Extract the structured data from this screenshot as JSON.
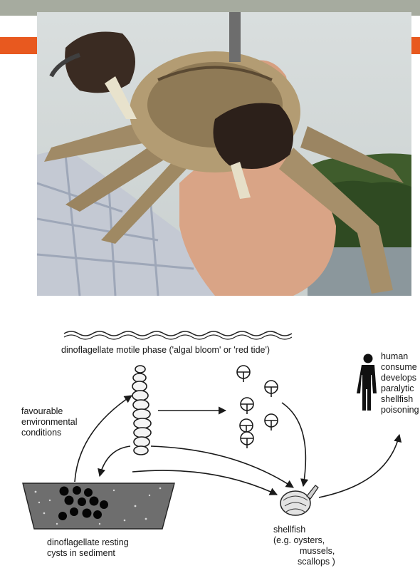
{
  "slide": {
    "colors": {
      "top_bar": "#a6ab9f",
      "accent": "#e8591f"
    }
  },
  "photo": {
    "subject": "hand holding crab with toxic dark growth on claws",
    "icon": "crab-photo"
  },
  "diagram": {
    "title": "dinoflagellate motile phase ('algal bloom' or 'red tide')",
    "left_note": [
      "favourable",
      "environmental",
      "conditions"
    ],
    "sediment_label": [
      "dinoflagellate resting",
      "cysts in sediment"
    ],
    "shellfish_label": [
      "shellfish",
      "(e.g. oysters,",
      "mussels,",
      "scallops )"
    ],
    "human_label": [
      "human",
      "consume",
      "develops",
      "paralytic",
      "shellfish",
      "poisoning"
    ]
  }
}
